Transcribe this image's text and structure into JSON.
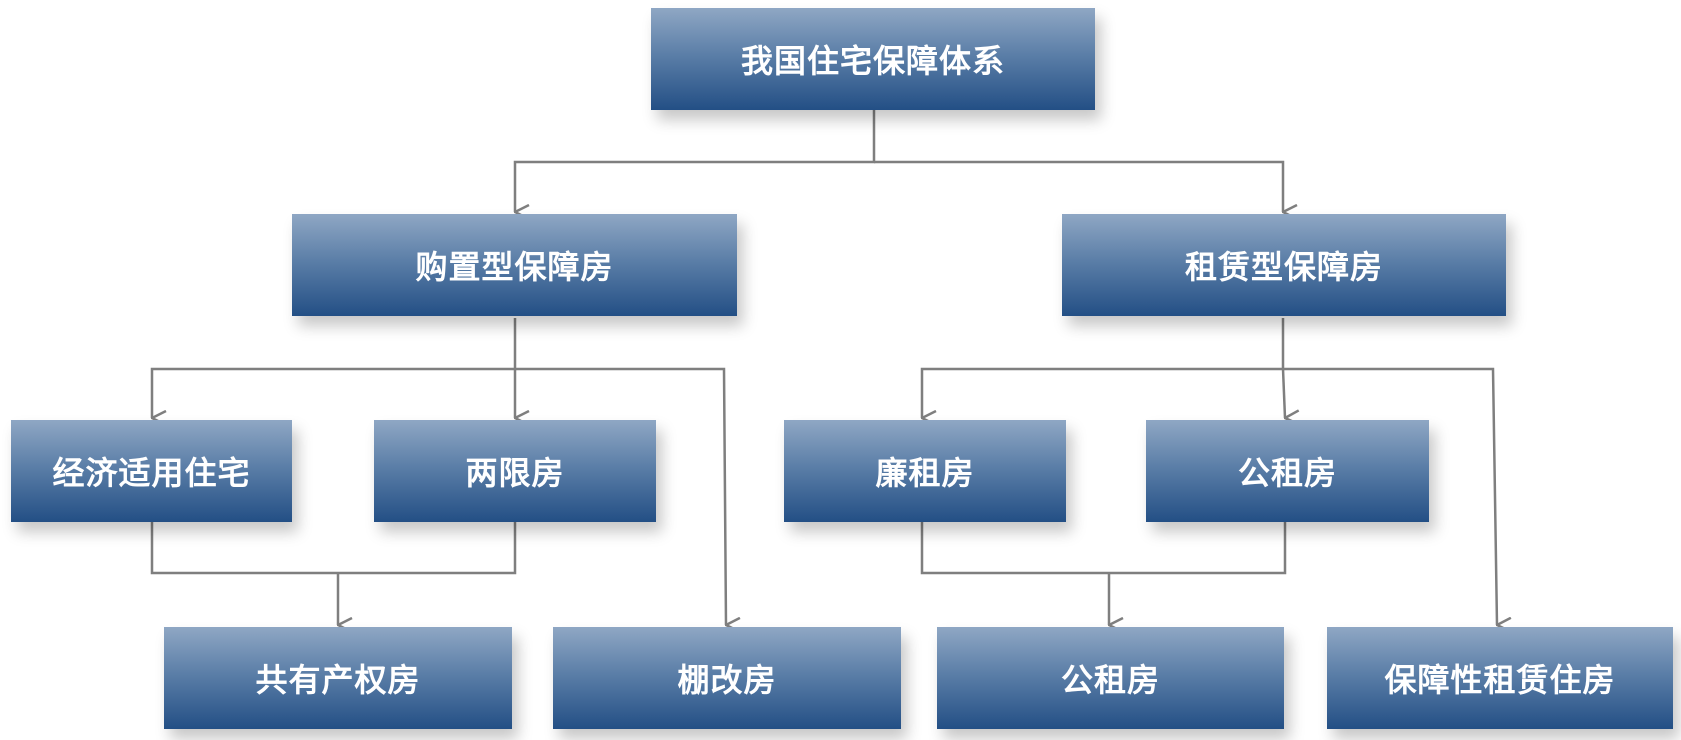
{
  "root": {
    "label": "我国住宅保障体系"
  },
  "categories": [
    {
      "label": "购置型保障房"
    },
    {
      "label": "租赁型保障房"
    }
  ],
  "level2": [
    {
      "label": "经济适用住宅"
    },
    {
      "label": "两限房"
    },
    {
      "label": "廉租房"
    },
    {
      "label": "公租房"
    }
  ],
  "level3": [
    {
      "label": "共有产权房"
    },
    {
      "label": "棚改房"
    },
    {
      "label": "公租房"
    },
    {
      "label": "保障性租赁住房"
    }
  ],
  "colors": {
    "box_top": "#8fa7c4",
    "box_bottom": "#234f85",
    "connector": "#7f7f7f",
    "text": "#ffffff"
  }
}
